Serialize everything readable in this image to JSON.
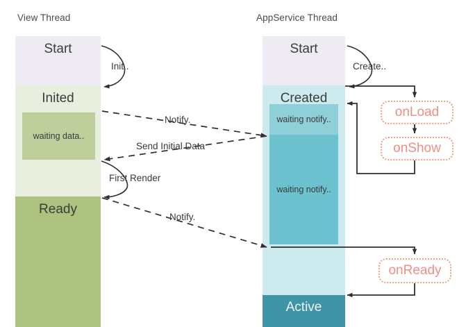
{
  "diagram": {
    "title_left": "View Thread",
    "title_right": "AppService Thread",
    "colors": {
      "start_band": "#eeecf2",
      "view_inited": "#e8efdf",
      "view_waiting": "#bfcf9c",
      "view_ready": "#aec27f",
      "svc_created": "#cdeaee",
      "svc_waiting_small": "#8fcfd8",
      "svc_waiting_large": "#6cc3cf",
      "svc_idle": "#cfe9ee",
      "svc_active": "#3f94a6",
      "callout_border": "#f0a07e",
      "callout_text": "#ed8f85",
      "connector": "#2f2f2f"
    }
  },
  "view_thread": {
    "lane_label": "View Thread",
    "bands": [
      {
        "label": "Start",
        "color": "#eeecf2"
      },
      {
        "label": "Inited",
        "color": "#e8efdf"
      },
      {
        "label": "Ready",
        "color": "#aec27f"
      }
    ],
    "inner_boxes": [
      {
        "label": "waiting data..",
        "color": "#bfcf9c"
      }
    ]
  },
  "appservice_thread": {
    "lane_label": "AppService Thread",
    "bands": [
      {
        "label": "Start",
        "color": "#eeecf2"
      },
      {
        "label": "Created",
        "color": "#cdeaee"
      },
      {
        "label": "Active",
        "color": "#3f94a6"
      }
    ],
    "inner_boxes": [
      {
        "label": "waiting notify..",
        "color": "#8fcfd8"
      },
      {
        "label": "waiting notify..",
        "color": "#6cc3cf"
      }
    ]
  },
  "callouts": [
    {
      "label": "onLoad"
    },
    {
      "label": "onShow"
    },
    {
      "label": "onReady"
    }
  ],
  "edges": [
    {
      "label": "Init..",
      "style": "solid-curve"
    },
    {
      "label": "Create..",
      "style": "solid-curve"
    },
    {
      "label": "Notify.",
      "style": "dashed"
    },
    {
      "label": "Send Initial Data",
      "style": "dashed"
    },
    {
      "label": "First Render",
      "style": "solid-curve"
    },
    {
      "label": "Notify.",
      "style": "dashed"
    }
  ]
}
